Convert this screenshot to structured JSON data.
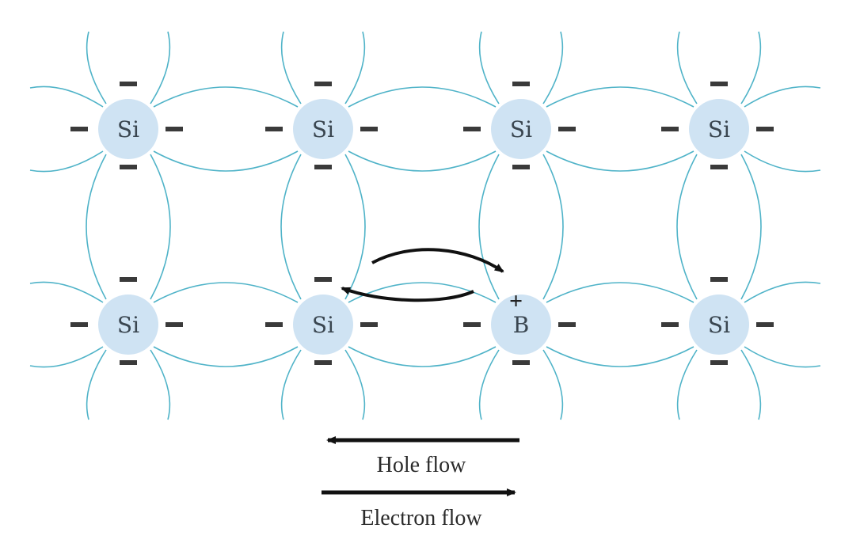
{
  "atoms": [
    {
      "symbol": "Si",
      "row": 0,
      "col": 0
    },
    {
      "symbol": "Si",
      "row": 0,
      "col": 1
    },
    {
      "symbol": "Si",
      "row": 0,
      "col": 2
    },
    {
      "symbol": "Si",
      "row": 0,
      "col": 3
    },
    {
      "symbol": "Si",
      "row": 1,
      "col": 0
    },
    {
      "symbol": "Si",
      "row": 1,
      "col": 1
    },
    {
      "symbol": "B",
      "row": 1,
      "col": 2
    },
    {
      "symbol": "Si",
      "row": 1,
      "col": 3
    }
  ],
  "hole_marker": "+",
  "hole_flow_label": "Hole flow",
  "electron_flow_label": "Electron flow",
  "colors": {
    "atom_fill": "#cfe3f3",
    "bond_line": "#4fb3c8",
    "charge": "#3a3a3a",
    "arrow": "#111111"
  }
}
